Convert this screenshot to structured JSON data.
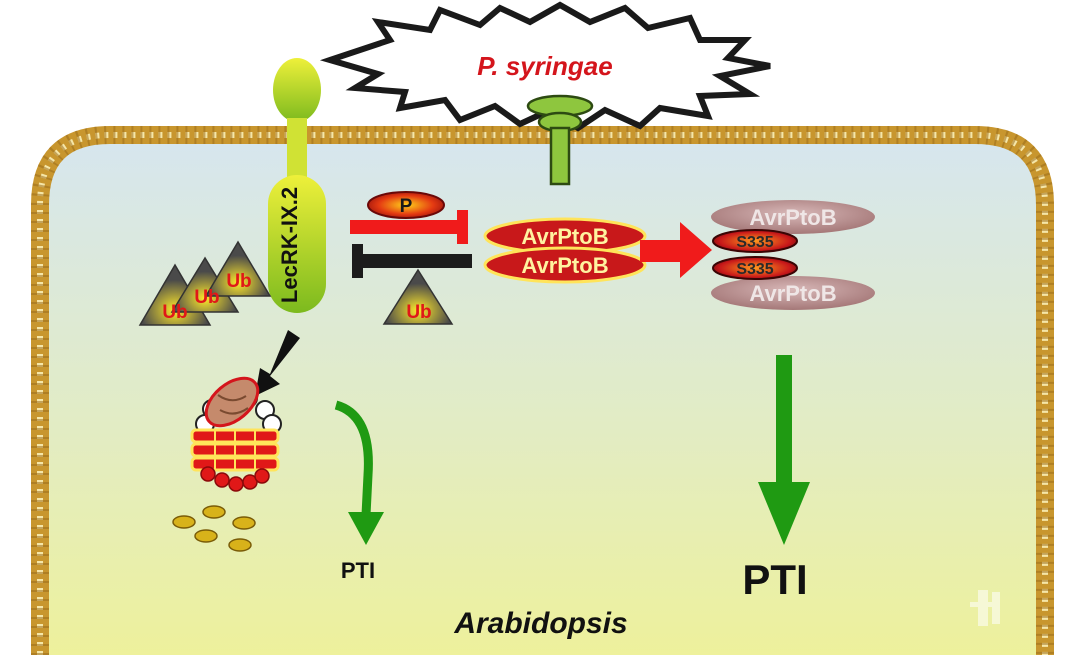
{
  "pathogen": {
    "label": "P. syringae"
  },
  "receptor": {
    "label": "LecRK-IX.2"
  },
  "phospho": {
    "label": "P"
  },
  "ubiquitin": {
    "label": "Ub"
  },
  "effector": {
    "label": "AvrPtoB",
    "site_label": "S335"
  },
  "outputs": {
    "pti_small": "PTI",
    "pti_large": "PTI"
  },
  "organism": {
    "label": "Arabidopsis"
  },
  "colors": {
    "membrane_outer": "#c8962e",
    "membrane_inner": "#f2e4a6",
    "cytoplasm_top": "#d7e6ee",
    "cytoplasm_bottom": "#ecef9a",
    "inhibit_red": "#f01b1b",
    "inhibit_black": "#1c1c1c",
    "arrow_green": "#1f9a12",
    "effector_red": "#c8181a",
    "effector_text": "#fff3a0",
    "faded_effector": "#b98d8d",
    "receptor_green": "#b6d832"
  }
}
